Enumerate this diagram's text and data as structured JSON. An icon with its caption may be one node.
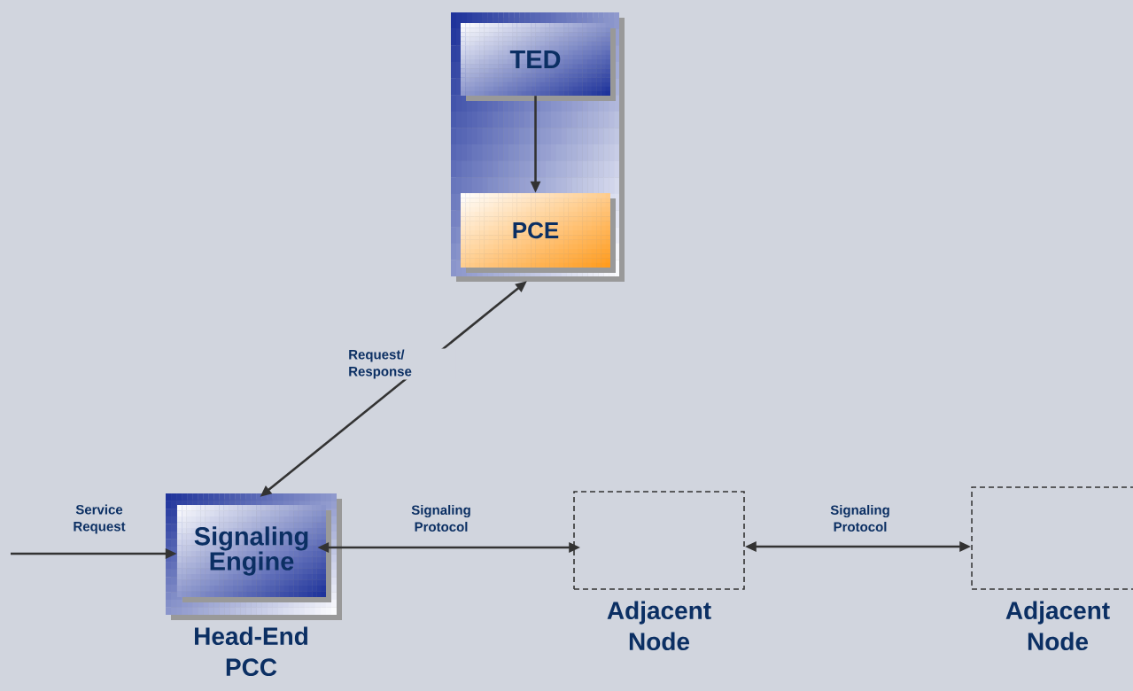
{
  "diagram": {
    "nodes": [
      {
        "text": [],
        "shape": "box"
      },
      {
        "text": [
          "TED"
        ],
        "in": 0
      },
      {
        "text": [
          "PCE"
        ],
        "in": 0
      },
      {
        "text": [
          "Head-End PCC"
        ]
      },
      {
        "text": [
          "Signaling Engine"
        ],
        "in": 3
      },
      {
        "text": [
          "Adjacent Node"
        ]
      },
      {
        "text": [
          "Adjacent Node"
        ]
      }
    ],
    "edges": [
      {
        "from": 1,
        "to": 2,
        "arrow": "to"
      },
      {
        "from": 0,
        "to": 3,
        "arrow": "both",
        "label": "Request/ Response"
      },
      {
        "from": null,
        "to": 4,
        "arrow": "to",
        "label": "Service Request"
      },
      {
        "from": 4,
        "to": 5,
        "arrow": "both",
        "label": "Signaling Protocol"
      },
      {
        "from": 5,
        "to": 6,
        "arrow": "both",
        "label": "Signaling Protocol"
      }
    ]
  }
}
